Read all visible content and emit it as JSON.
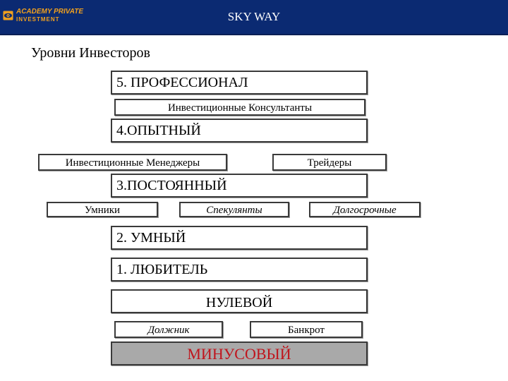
{
  "header": {
    "logo_line1": "ACADEMY PRIVATE",
    "logo_line2": "INVESTMENT",
    "title": "SKY WAY",
    "colors": {
      "bar": "#0b2a72",
      "logo": "#f0a01e",
      "minus_fill": "#a9a9a9",
      "minus_text": "#c0141c"
    }
  },
  "subtitle": "Уровни Инвесторов",
  "levels": {
    "professional": "5. ПРОФЕССИОНАЛ",
    "professional_sub": "Инвестиционные Консультанты",
    "experienced": "4.ОПЫТНЫЙ",
    "experienced_managers": "Инвестиционные Менеджеры",
    "experienced_traders": "Трейдеры",
    "constant": "3.ПОСТОЯННЫЙ",
    "constant_smart": "Умники",
    "constant_speculators": "Спекулянты",
    "constant_longterm": "Долгосрочные",
    "smart": "2. УМНЫЙ",
    "amateur": "1. ЛЮБИТЕЛЬ",
    "zero": "НУЛЕВОЙ",
    "zero_debtor": "Должник",
    "zero_bankrupt": "Банкрот",
    "minus": "МИНУСОВЫЙ"
  }
}
